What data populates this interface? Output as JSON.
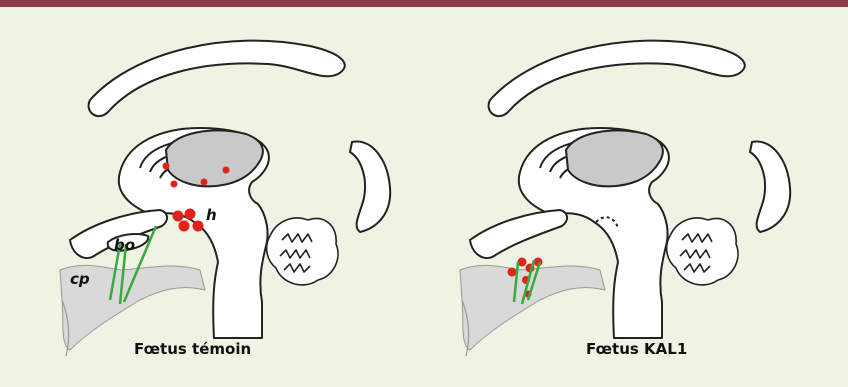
{
  "figure": {
    "panels": [
      {
        "caption": "Fœtus témoin",
        "labels": {
          "h": "h",
          "bo": "bo",
          "cp": "cp"
        }
      },
      {
        "caption": "Fœtus KAL1"
      }
    ],
    "colors": {
      "border": "#8f3a4a",
      "background": "#eef3e4",
      "tissue": "#ffffff",
      "outline": "#222222",
      "shaded": "#c9c9c9",
      "bone": "#d9d9d9",
      "neurons": "#e0221b",
      "olfactory_axons": "#3aa83a"
    }
  }
}
